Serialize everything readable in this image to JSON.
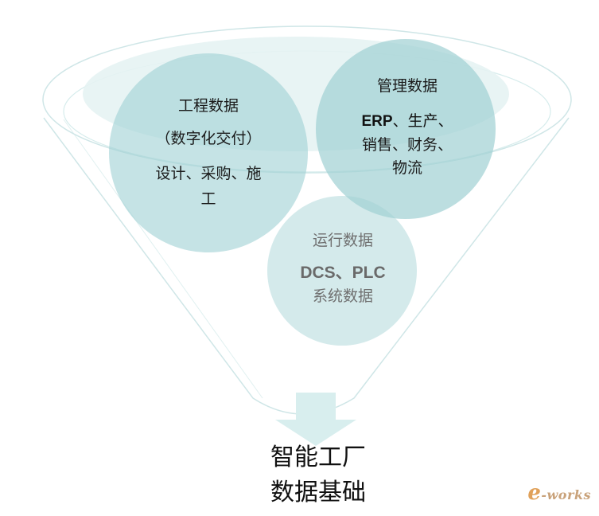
{
  "engineering": {
    "title": "工程数据",
    "line2": "（数字化交付）",
    "line3": "设计、采购、施",
    "line4": "工"
  },
  "management": {
    "title": "管理数据",
    "line2_bold": "ERP",
    "line2_rest": "、生产、",
    "line3": "销售、财务、",
    "line4": "物流"
  },
  "operation": {
    "title": "运行数据",
    "line2": "DCS、PLC",
    "line3": "系统数据"
  },
  "result": {
    "line1": "智能工厂",
    "line2": "数据基础"
  },
  "logo": {
    "letter": "e",
    "text": "-works"
  },
  "colors": {
    "circle_fill": "#9fd0d3",
    "funnel_stroke": "#cfe6e7",
    "arrow_fill": "#d8eeee"
  }
}
